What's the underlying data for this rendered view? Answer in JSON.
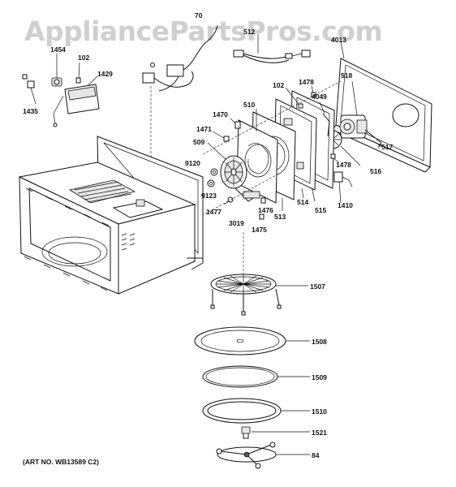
{
  "watermark": "AppliancePartsPros.com",
  "art_number": "(ART NO. WB13589 C2)",
  "callouts": {
    "c70": "70",
    "c512": "512",
    "c4013": "4013",
    "c1454": "1454",
    "c102a": "102",
    "c1429": "1429",
    "c1435": "1435",
    "c102b": "102",
    "c1478a": "1478",
    "c518": "518",
    "c4049": "4049",
    "c1470": "1470",
    "c510": "510",
    "c1471": "1471",
    "c509": "509",
    "c9120": "9120",
    "c9123": "9123",
    "c1477": "1477",
    "c3019": "3019",
    "c1476": "1476",
    "c513": "513",
    "c514": "514",
    "c515": "515",
    "c1410": "1410",
    "c516": "516",
    "c1478b": "1478",
    "c517": "517",
    "c1475": "1475",
    "c1507": "1507",
    "c1508": "1508",
    "c1509": "1509",
    "c1510": "1510",
    "c1521": "1521",
    "c84": "84"
  }
}
